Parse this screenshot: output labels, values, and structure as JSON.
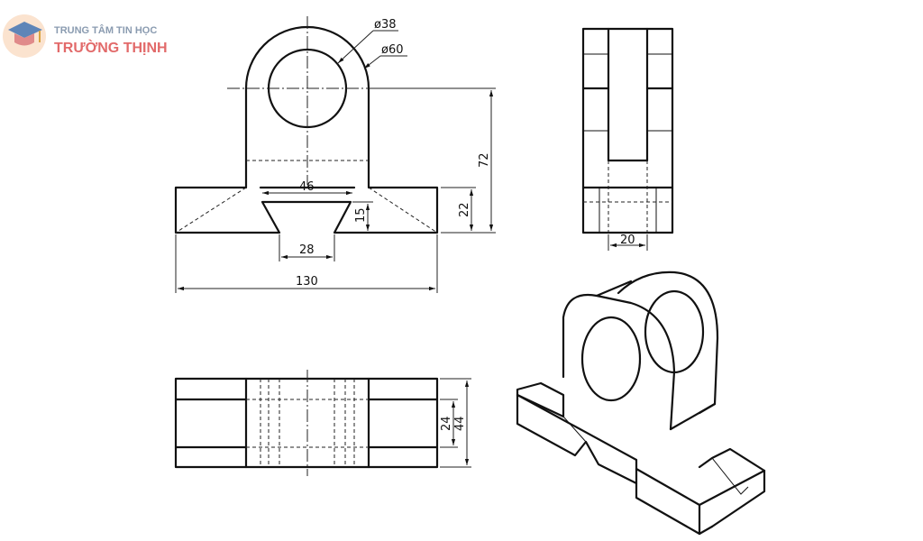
{
  "logo": {
    "line1": "TRUNG TÂM TIN HỌC",
    "line2": "TRƯỜNG THỊNH"
  },
  "dimensions": {
    "d38": "ø38",
    "d60": "ø60",
    "h72": "72",
    "w46": "46",
    "h15": "15",
    "h22": "22",
    "w28": "28",
    "w130": "130",
    "w20": "20",
    "h24": "24",
    "h44": "44"
  },
  "colors": {
    "line": "#111111",
    "logo_text": "#8a9bb0",
    "logo_brand": "#e26a6a"
  }
}
